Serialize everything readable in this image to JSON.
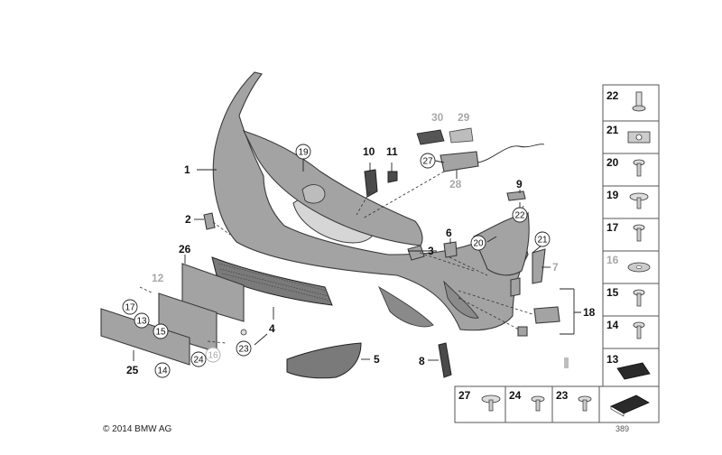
{
  "footer": {
    "copyright": "© 2014 BMW AG",
    "ref_number": "389"
  },
  "labels": [
    {
      "id": "1",
      "text": "1",
      "style": "plain",
      "tone": "dark"
    },
    {
      "id": "2",
      "text": "2",
      "style": "plain",
      "tone": "dark"
    },
    {
      "id": "3",
      "text": "3",
      "style": "plain",
      "tone": "dark"
    },
    {
      "id": "4",
      "text": "4",
      "style": "plain",
      "tone": "dark"
    },
    {
      "id": "5",
      "text": "5",
      "style": "plain",
      "tone": "dark"
    },
    {
      "id": "6",
      "text": "6",
      "style": "plain",
      "tone": "dark"
    },
    {
      "id": "7",
      "text": "7",
      "style": "plain",
      "tone": "gray"
    },
    {
      "id": "8",
      "text": "8",
      "style": "plain",
      "tone": "dark"
    },
    {
      "id": "9",
      "text": "9",
      "style": "plain",
      "tone": "dark"
    },
    {
      "id": "10",
      "text": "10",
      "style": "plain",
      "tone": "dark"
    },
    {
      "id": "11",
      "text": "11",
      "style": "plain",
      "tone": "dark"
    },
    {
      "id": "12",
      "text": "12",
      "style": "plain",
      "tone": "gray"
    },
    {
      "id": "13",
      "text": "13",
      "style": "circle",
      "tone": "dark"
    },
    {
      "id": "14",
      "text": "14",
      "style": "circle",
      "tone": "dark"
    },
    {
      "id": "15",
      "text": "15",
      "style": "circle",
      "tone": "dark"
    },
    {
      "id": "16",
      "text": "16",
      "style": "circle",
      "tone": "gray"
    },
    {
      "id": "17",
      "text": "17",
      "style": "circle",
      "tone": "dark"
    },
    {
      "id": "18",
      "text": "18",
      "style": "plain",
      "tone": "dark"
    },
    {
      "id": "19",
      "text": "19",
      "style": "circle",
      "tone": "dark"
    },
    {
      "id": "20",
      "text": "20",
      "style": "circle",
      "tone": "dark"
    },
    {
      "id": "21",
      "text": "21",
      "style": "circle",
      "tone": "dark"
    },
    {
      "id": "22",
      "text": "22",
      "style": "circle",
      "tone": "dark"
    },
    {
      "id": "23",
      "text": "23",
      "style": "circle",
      "tone": "dark"
    },
    {
      "id": "24",
      "text": "24",
      "style": "circle",
      "tone": "dark"
    },
    {
      "id": "25",
      "text": "25",
      "style": "plain",
      "tone": "dark"
    },
    {
      "id": "26",
      "text": "26",
      "style": "plain",
      "tone": "dark"
    },
    {
      "id": "27",
      "text": "27",
      "style": "circle",
      "tone": "dark"
    },
    {
      "id": "28",
      "text": "28",
      "style": "plain",
      "tone": "gray"
    },
    {
      "id": "29",
      "text": "29",
      "style": "plain",
      "tone": "gray"
    },
    {
      "id": "30",
      "text": "30",
      "style": "plain",
      "tone": "gray"
    }
  ],
  "side_panel": [
    {
      "id": "22",
      "text": "22",
      "tone": "dark",
      "icon": "push-rivet"
    },
    {
      "id": "21",
      "text": "21",
      "tone": "dark",
      "icon": "clip-nut"
    },
    {
      "id": "20",
      "text": "20",
      "tone": "dark",
      "icon": "screw"
    },
    {
      "id": "19",
      "text": "19",
      "tone": "dark",
      "icon": "washer-screw"
    },
    {
      "id": "17",
      "text": "17",
      "tone": "dark",
      "icon": "screw"
    },
    {
      "id": "16",
      "text": "16",
      "tone": "gray",
      "icon": "washer"
    },
    {
      "id": "15",
      "text": "15",
      "tone": "dark",
      "icon": "screw"
    },
    {
      "id": "14",
      "text": "14",
      "tone": "dark",
      "icon": "screw"
    },
    {
      "id": "13",
      "text": "13",
      "tone": "dark",
      "icon": "pad"
    }
  ],
  "bottom_panel": [
    {
      "id": "27",
      "text": "27",
      "tone": "dark",
      "icon": "washer-screw"
    },
    {
      "id": "24",
      "text": "24",
      "tone": "dark",
      "icon": "screw"
    },
    {
      "id": "23",
      "text": "23",
      "tone": "dark",
      "icon": "screw"
    },
    {
      "id": "pad",
      "text": "",
      "tone": "dark",
      "icon": "pad"
    }
  ],
  "colors": {
    "part_fill": "#a3a3a3",
    "outline": "#3a3a3a",
    "gray_label": "#a8a8a8"
  }
}
